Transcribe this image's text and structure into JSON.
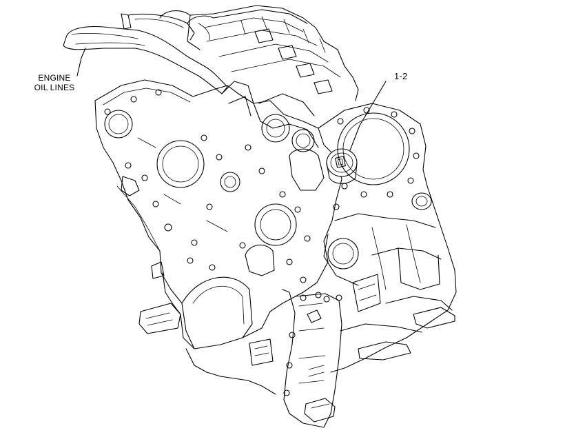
{
  "labels": {
    "engine_oil_lines_line1": "ENGINE",
    "engine_oil_lines_line2": "OIL LINES",
    "part_ref": "1-2"
  },
  "colors": {
    "line": "#000000",
    "background": "#ffffff"
  }
}
